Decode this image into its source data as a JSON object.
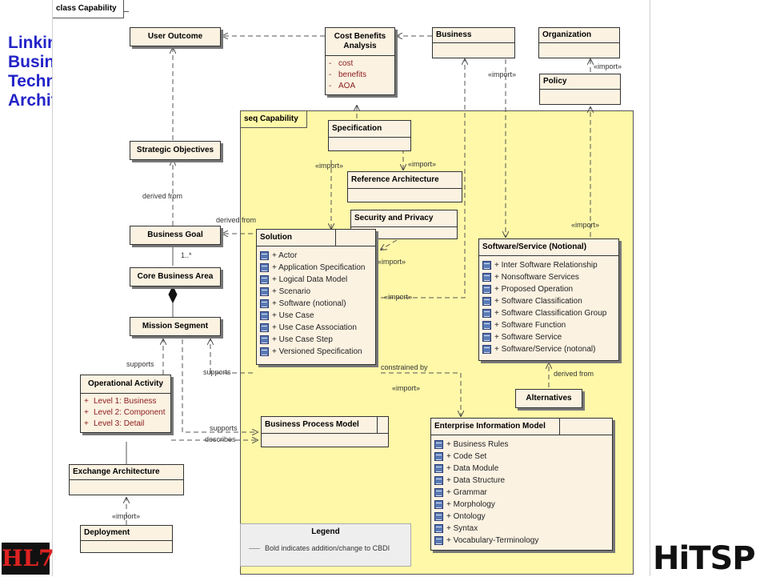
{
  "slide_title": "Linking Business and Technical Architectures",
  "frame_label": "class Capability",
  "seq_package_label": "seq Capability",
  "boxes": {
    "user_outcome": "User Outcome",
    "cost_benefits": "Cost Benefits Analysis",
    "cost_benefits_attrs": [
      {
        "bullet": "-",
        "text": "cost"
      },
      {
        "bullet": "-",
        "text": "benefits"
      },
      {
        "bullet": "-",
        "text": "AOA"
      }
    ],
    "business": "Business",
    "organization": "Organization",
    "policy": "Policy",
    "strategic_objectives": "Strategic Objectives",
    "business_goal": "Business Goal",
    "core_business_area": "Core Business Area",
    "mission_segment": "Mission Segment",
    "operational_activity": "Operational Activity",
    "operational_activity_attrs": [
      {
        "bullet": "+",
        "text": "Level 1: Business"
      },
      {
        "bullet": "+",
        "text": "Level 2: Component"
      },
      {
        "bullet": "+",
        "text": "Level 3: Detail"
      }
    ],
    "exchange_architecture": "Exchange Architecture",
    "deployment": "Deployment",
    "specification": "Specification",
    "reference_architecture": "Reference Architecture",
    "security_privacy": "Security and Privacy",
    "solution": "Solution",
    "solution_items": [
      "+ Actor",
      "+ Application Specification",
      "+ Logical Data Model",
      "+ Scenario",
      "+ Software (notional)",
      "+ Use Case",
      "+ Use Case Association",
      "+ Use Case Step",
      "+ Versioned Specification"
    ],
    "software_service": "Software/Service (Notional)",
    "software_service_items": [
      "+ Inter Software Relationship",
      "+ Nonsoftware Services",
      "+ Proposed Operation",
      "+ Software Classification",
      "+ Software Classification Group",
      "+ Software Function",
      "+ Software Service",
      "+ Software/Service (notonal)"
    ],
    "alternatives": "Alternatives",
    "business_process_model": "Business Process Model",
    "enterprise_info_model": "Enterprise Information Model",
    "enterprise_info_items": [
      "+ Business Rules",
      "+ Code Set",
      "+ Data Module",
      "+ Data Structure",
      "+ Grammar",
      "+ Morphology",
      "+ Ontology",
      "+ Syntax",
      "+ Vocabulary-Terminology"
    ]
  },
  "connector_labels": {
    "import_policy": "«import»",
    "import_business": "«import»",
    "import_spec_left": "«import»",
    "import_spec_right": "«import»",
    "import_security": "«import»",
    "import_solution_business": "«import»",
    "import_software_policy": "«import»",
    "import_eim": "«import»",
    "import_deployment": "«import»",
    "derived_from_1": "derived from",
    "derived_from_2": "derived from",
    "derived_from_3": "derived from",
    "multiplicity": "1..*",
    "supports_1": "supports",
    "supports_2": "supports",
    "supports_3": "supports",
    "describes": "describes",
    "constrained_by": "constrained by"
  },
  "legend": {
    "title": "Legend",
    "item": "Bold indicates addition/change to CBDI"
  },
  "logos": {
    "left": "HL7",
    "right": "HiTSP"
  },
  "colors": {
    "title_blue": "#2323c8",
    "package_yellow": "#fff8a8",
    "box_fill": "#fbf2e2"
  }
}
